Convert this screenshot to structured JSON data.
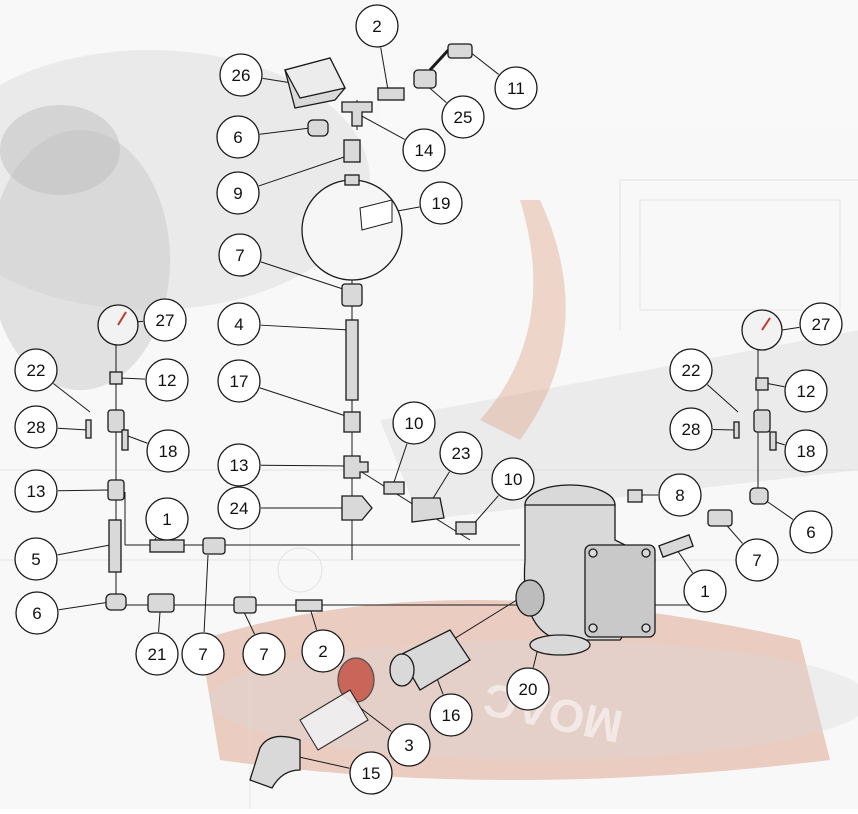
{
  "diagram": {
    "callouts": [
      "1",
      "1",
      "2",
      "2",
      "3",
      "4",
      "5",
      "6",
      "6",
      "6",
      "7",
      "7",
      "7",
      "7",
      "8",
      "9",
      "10",
      "10",
      "11",
      "12",
      "12",
      "13",
      "13",
      "14",
      "15",
      "16",
      "17",
      "18",
      "18",
      "19",
      "20",
      "21",
      "22",
      "22",
      "23",
      "24",
      "25",
      "26",
      "27",
      "27",
      "28",
      "28"
    ],
    "background_logo_text": "MOAC",
    "colors": {
      "line": "#1a1a1a",
      "callout_fill": "#ffffff",
      "part_fill": "#d9d9d9",
      "gauge_needle": "#c0392b",
      "background_plane": "#c8633a",
      "background_gray": "#cfcfcf"
    }
  }
}
